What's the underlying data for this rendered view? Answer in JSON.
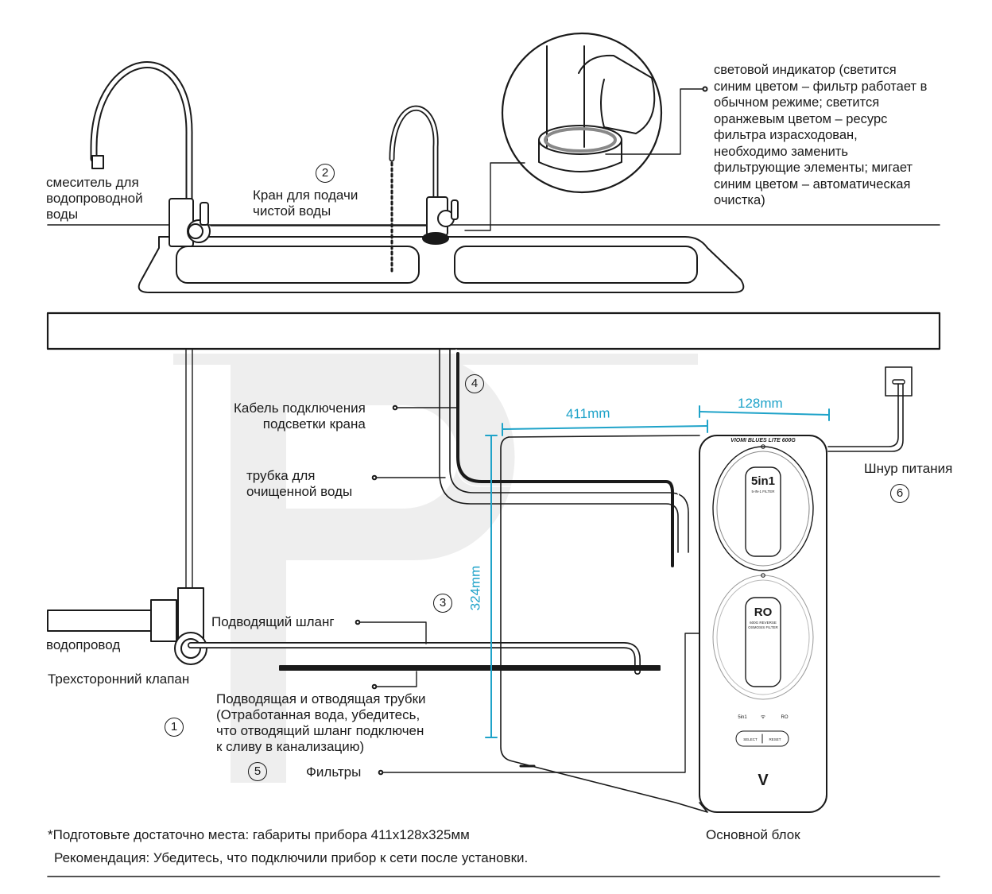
{
  "labels": {
    "mixer": "смеситель для\nводопроводной\nводы",
    "faucet": "Кран для подачи\nчистой воды",
    "indicator": "световой индикатор (светится\nсиним цветом – фильтр работает в\nобычном режиме; светится\nоранжевым цветом – ресурс\nфильтра израсходован,\nнеобходимо заменить\nфильтрующие элементы; мигает\nсиним цветом – автоматическая\nочистка)",
    "cable": "Кабель подключения\nподсветки крана",
    "tube": "трубка для\nочищенной воды",
    "power": "Шнур питания",
    "inlet_hose": "Подводящий шланг",
    "water_supply": "водопровод",
    "valve": "Трехсторонний клапан",
    "pipes": "Подводящая и отводящая трубки\n(Отработанная вода, убедитесь,\nчто отводящий шланг подключен\nк сливу в канализацию)",
    "filters": "Фильтры",
    "main_unit": "Основной блок",
    "footnote1": "*Подготовьте достаточно места: габариты прибора 411x128x325мм",
    "footnote2": "Рекомендация: Убедитесь, что подключили прибор к сети после установки."
  },
  "numbers": {
    "n1": "1",
    "n2": "2",
    "n3": "3",
    "n4": "4",
    "n5": "5",
    "n6": "6"
  },
  "dimensions": {
    "width": "411mm",
    "depth": "128mm",
    "height": "324mm"
  },
  "device": {
    "brand": "VIOMI BLUES LITE 600G",
    "filter1_logo": "5in1",
    "filter1_sub": "5-IN-1 FILTER",
    "filter2_logo": "RO",
    "filter2_sub1": "600G REVERSE",
    "filter2_sub2": "OSMOSIS FILTER",
    "ind1": "5in1",
    "ind3": "RO",
    "btn_select": "SELECT",
    "btn_reset": "RESET",
    "logo": "V"
  },
  "colors": {
    "line": "#1a1a1a",
    "dimension": "#1fa3c9",
    "watermark": "#eeeeee"
  }
}
